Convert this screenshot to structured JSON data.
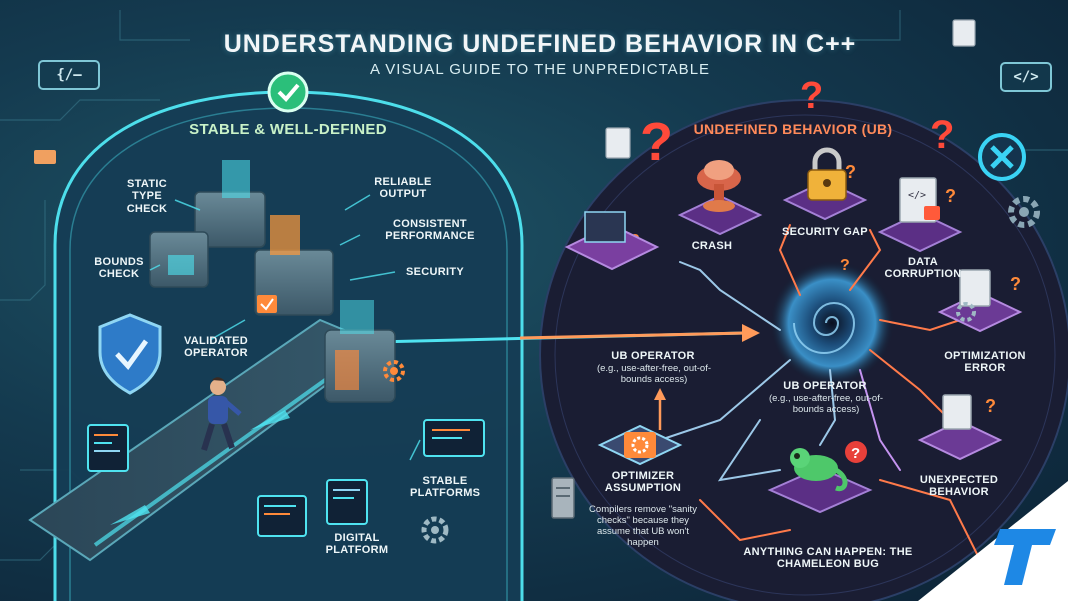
{
  "header": {
    "title": "UNDERSTANDING UNDEFINED BEHAVIOR IN C++",
    "subtitle": "A VISUAL GUIDE TO THE UNPREDICTABLE"
  },
  "badges": {
    "left_code": "{/–",
    "right_code": "</>"
  },
  "left_panel": {
    "title": "STABLE & WELL-DEFINED",
    "labels": {
      "static_type_check": "STATIC TYPE CHECK",
      "bounds_check": "BOUNDS CHECK",
      "reliable_output": "RELIABLE OUTPUT",
      "consistent_performance": "CONSISTENT PERFORMANCE",
      "security": "SECURITY",
      "validated_operator": "VALIDATED OPERATOR",
      "stable_platforms": "STABLE PLATFORMS",
      "digital_platform": "DIGITAL PLATFORM"
    }
  },
  "right_panel": {
    "title": "UNDEFINED BEHAVIOR (UB)",
    "labels": {
      "crash": "CRASH",
      "security_gap": "SECURITY GAP",
      "data_corruption": "DATA CORRUPTION",
      "optimization_error": "OPTIMIZATION ERROR",
      "ub_operator_1": "UB OPERATOR",
      "ub_operator_1_note": "(e.g., use-after-free, out-of-bounds access)",
      "ub_operator_2": "UB OPERATOR",
      "ub_operator_2_note": "(e.g., use-after-free, out-of-bounds access)",
      "unexpected_behavior": "UNEXPECTED BEHAVIOR",
      "optimizer_assumption": "OPTIMIZER ASSUMPTION",
      "optimizer_note": "Compilers remove \"sanity checks\" because they assume that UB won't happen",
      "anything_can_happen": "ANYTHING CAN HAPPEN: THE CHAMELEON BUG"
    }
  },
  "colors": {
    "accent_cyan": "#4fe3f0",
    "warning_orange": "#ff6a3d",
    "check_green": "#2bbf7a",
    "cross_blue": "#3ad3f5",
    "logo_blue": "#1e88e5"
  },
  "icons": [
    "check-icon",
    "cross-icon",
    "shield-icon",
    "gear-icon",
    "question-icon",
    "vortex-icon",
    "chameleon-icon",
    "lock-icon",
    "explosion-icon",
    "document-icon",
    "monitor-icon",
    "person-icon",
    "logo-icon"
  ]
}
